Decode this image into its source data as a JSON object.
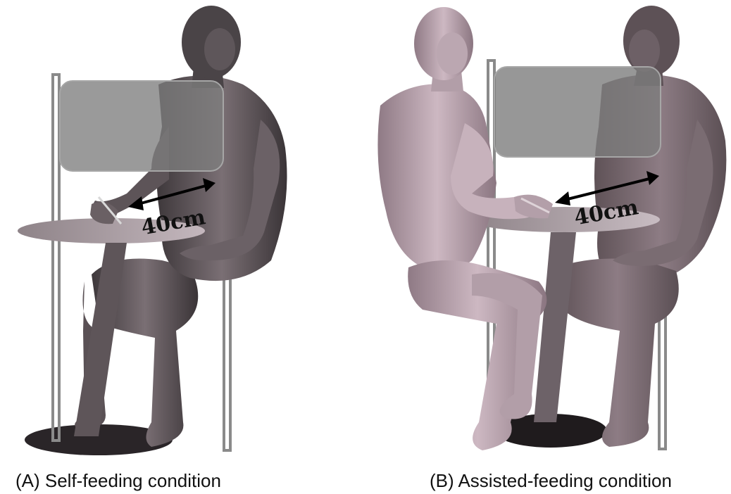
{
  "panels": [
    {
      "caption": "(A) Self-feeding condition",
      "distance_label": "40cm"
    },
    {
      "caption": "(B) Assisted-feeding condition",
      "distance_label": "40cm"
    }
  ],
  "colors": {
    "body_dark": "#4a4447",
    "body_mid": "#7a6f74",
    "body_light": "#b5a7ad",
    "assistant_light": "#c8b3bd",
    "table_top": "#a69aa0",
    "base": "#2a2528",
    "frame": "#8a8a8a",
    "screen": "#7d7d7d",
    "arrow": "#000000"
  }
}
